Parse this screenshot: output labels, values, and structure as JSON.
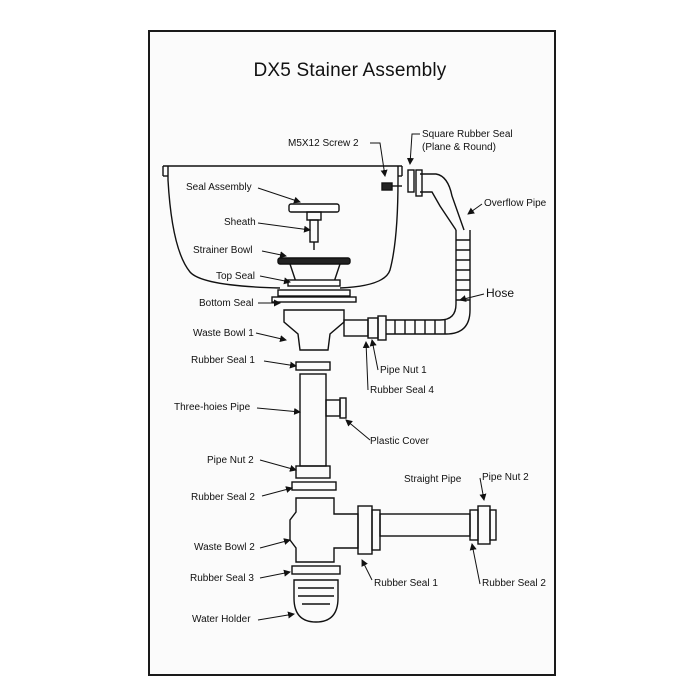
{
  "title": "DX5 Stainer Assembly",
  "labels": {
    "screw": "M5X12 Screw 2",
    "square_seal_1": "Square Rubber Seal",
    "square_seal_2": "(Plane & Round)",
    "overflow_pipe": "Overflow Pipe",
    "hose": "Hose",
    "seal_assembly": "Seal Assembly",
    "sheath": "Sheath",
    "strainer_bowl": "Strainer Bowl",
    "top_seal": "Top Seal",
    "bottom_seal": "Bottom Seal",
    "waste_bowl_1": "Waste Bowl 1",
    "rubber_seal_1": "Rubber Seal 1",
    "pipe_nut_1": "Pipe Nut 1",
    "rubber_seal_4": "Rubber Seal 4",
    "three_holes_pipe": "Three-hoies Pipe",
    "plastic_cover": "Plastic Cover",
    "pipe_nut_2_left": "Pipe Nut 2",
    "rubber_seal_2_left": "Rubber Seal 2",
    "straight_pipe": "Straight Pipe",
    "pipe_nut_2_right": "Pipe Nut 2",
    "waste_bowl_2": "Waste Bowl 2",
    "rubber_seal_3": "Rubber Seal 3",
    "rubber_seal_1_bottom": "Rubber Seal 1",
    "rubber_seal_2_right": "Rubber Seal 2",
    "water_holder": "Water Holder"
  }
}
